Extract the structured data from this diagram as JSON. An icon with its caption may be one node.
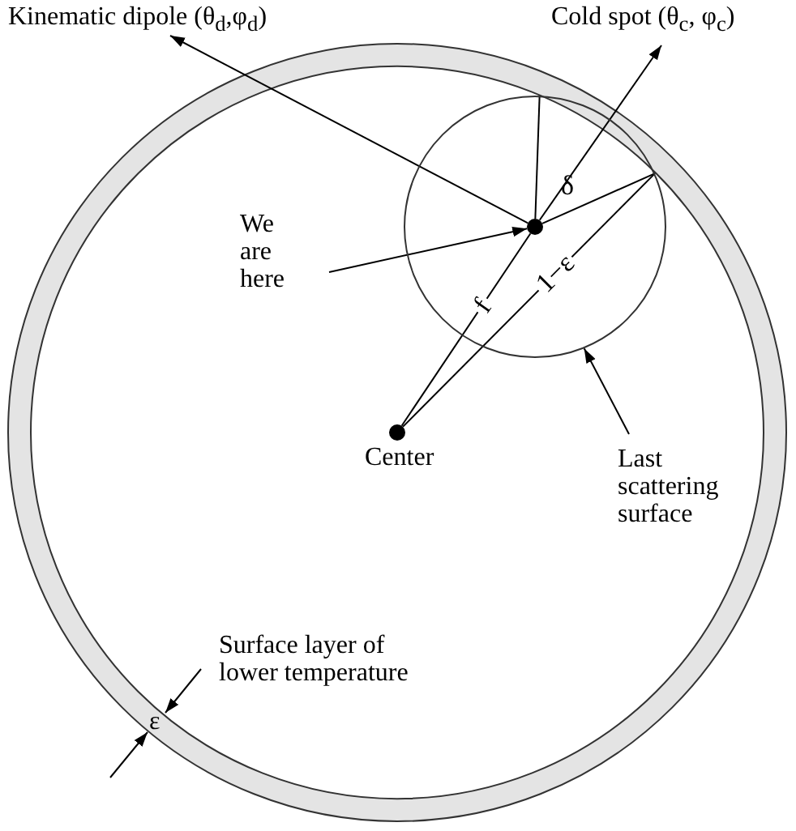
{
  "diagram": {
    "nodes": [
      {
        "text": [
          "Kinematic dipole (θ$_{d}$,φ$_{d}$)"
        ]
      },
      {
        "text": [
          "Cold spot (θ$_{c}$, φ$_{c}$)"
        ]
      },
      {
        "text": [],
        "shape": "circle",
        "in": 6
      },
      {
        "text": [
          "We are here"
        ]
      },
      {
        "text": [],
        "shape": "circle"
      },
      {
        "text": [
          "Center"
        ]
      },
      {
        "text": [],
        "shape": "circle"
      },
      {
        "text": [
          "Last scattering surface"
        ]
      }
    ],
    "edges": [
      {
        "from": 2,
        "to": 0,
        "arrow": "to"
      },
      {
        "from": 2,
        "to": 1,
        "arrow": "to"
      },
      {
        "from": 3,
        "to": 2,
        "arrow": "to"
      },
      {
        "from": 4,
        "to": 2,
        "arrow": "none",
        "label": "f"
      },
      {
        "from": 4,
        "to": 6,
        "arrow": "none",
        "label": "1−ε"
      },
      {
        "from": 2,
        "to": 6,
        "arrow": "none"
      },
      {
        "from": 2,
        "to": 6,
        "arrow": "none"
      },
      {
        "from": 7,
        "to": 6,
        "arrow": "to"
      }
    ],
    "labels": [
      "δ",
      "Surface layer of lower temperature",
      "ε"
    ]
  }
}
